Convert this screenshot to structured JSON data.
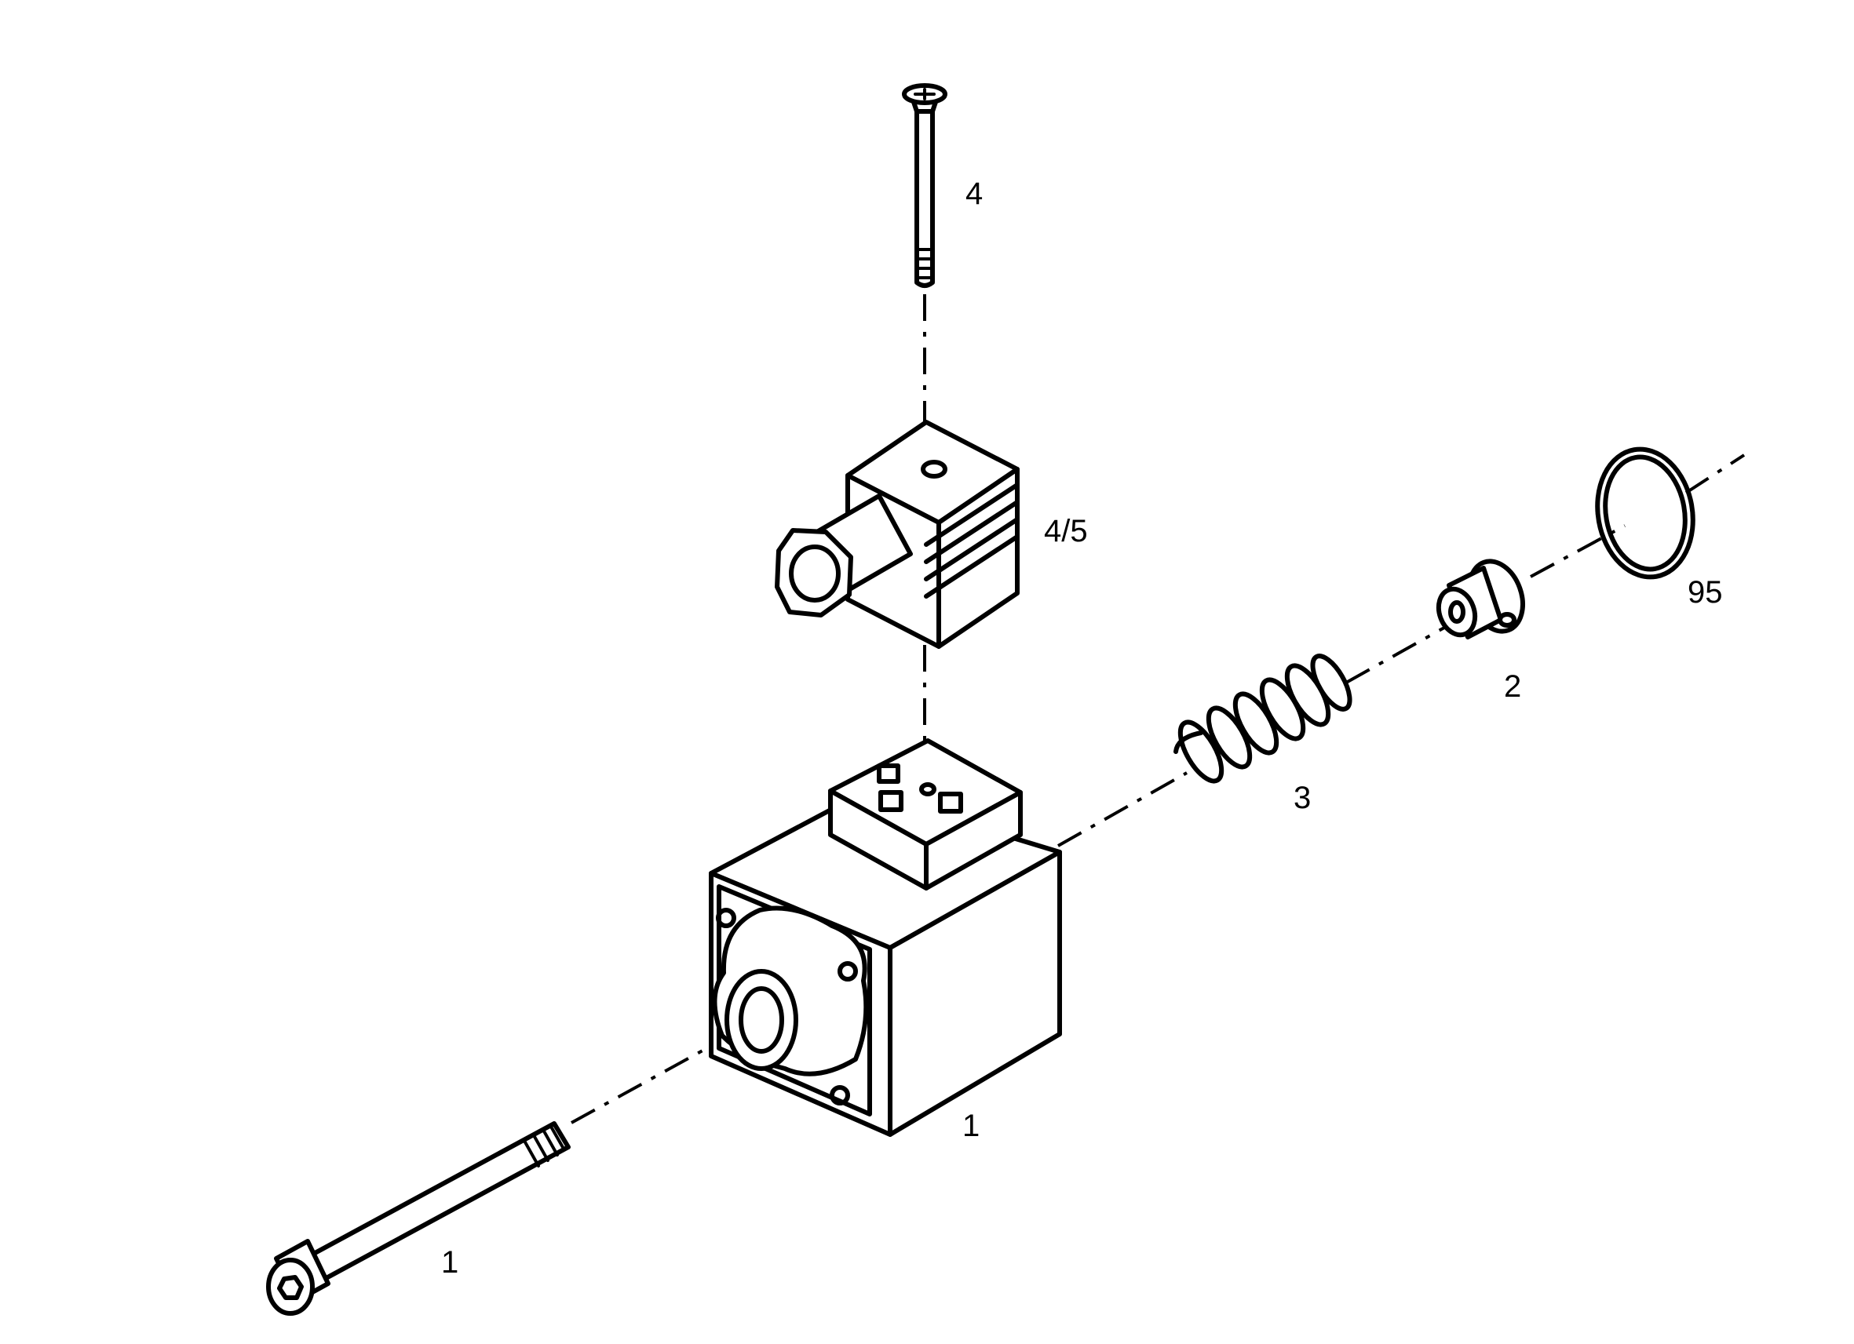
{
  "diagram": {
    "labels": {
      "screw_top": "4",
      "connector": "4/5",
      "o_ring": "95",
      "seat": "2",
      "spring": "3",
      "coil": "1",
      "bolt": "1"
    }
  }
}
